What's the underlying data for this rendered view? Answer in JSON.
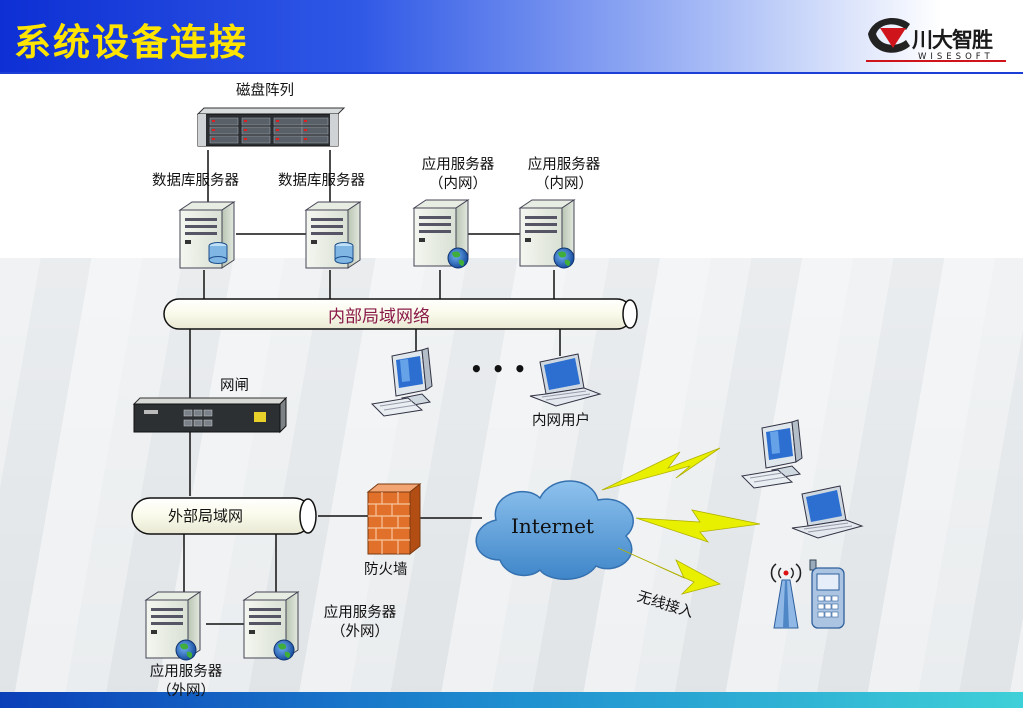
{
  "header": {
    "title": "系统设备连接",
    "logo_name": "川大智胜",
    "logo_sub": "WISESOFT"
  },
  "nodes": {
    "disk_array": "磁盘阵列",
    "db_server_1": "数据库服务器",
    "db_server_2": "数据库服务器",
    "app_server_internal_1": [
      "应用服务器",
      "（内网）"
    ],
    "app_server_internal_2": [
      "应用服务器",
      "（内网）"
    ],
    "internal_lan": "内部局域网络",
    "gateway": "网闸",
    "internal_users": "内网用户",
    "ellipsis": "• • •",
    "external_lan": "外部局域网",
    "firewall": "防火墙",
    "internet": "Internet",
    "wireless_access": "无线接入",
    "app_server_external_1": [
      "应用服务器",
      "（外网）"
    ],
    "app_server_external_2": [
      "应用服务器",
      "（外网）"
    ]
  },
  "colors": {
    "title_text": "#ffe400",
    "header_blue": "#0d2fd4",
    "internal_lan_text": "#8a1a4a",
    "pipe_fill": "#fdfdf0",
    "cloud": "#5a9cd6",
    "lightning": "#e8f000",
    "firewall": "#e0702a"
  }
}
